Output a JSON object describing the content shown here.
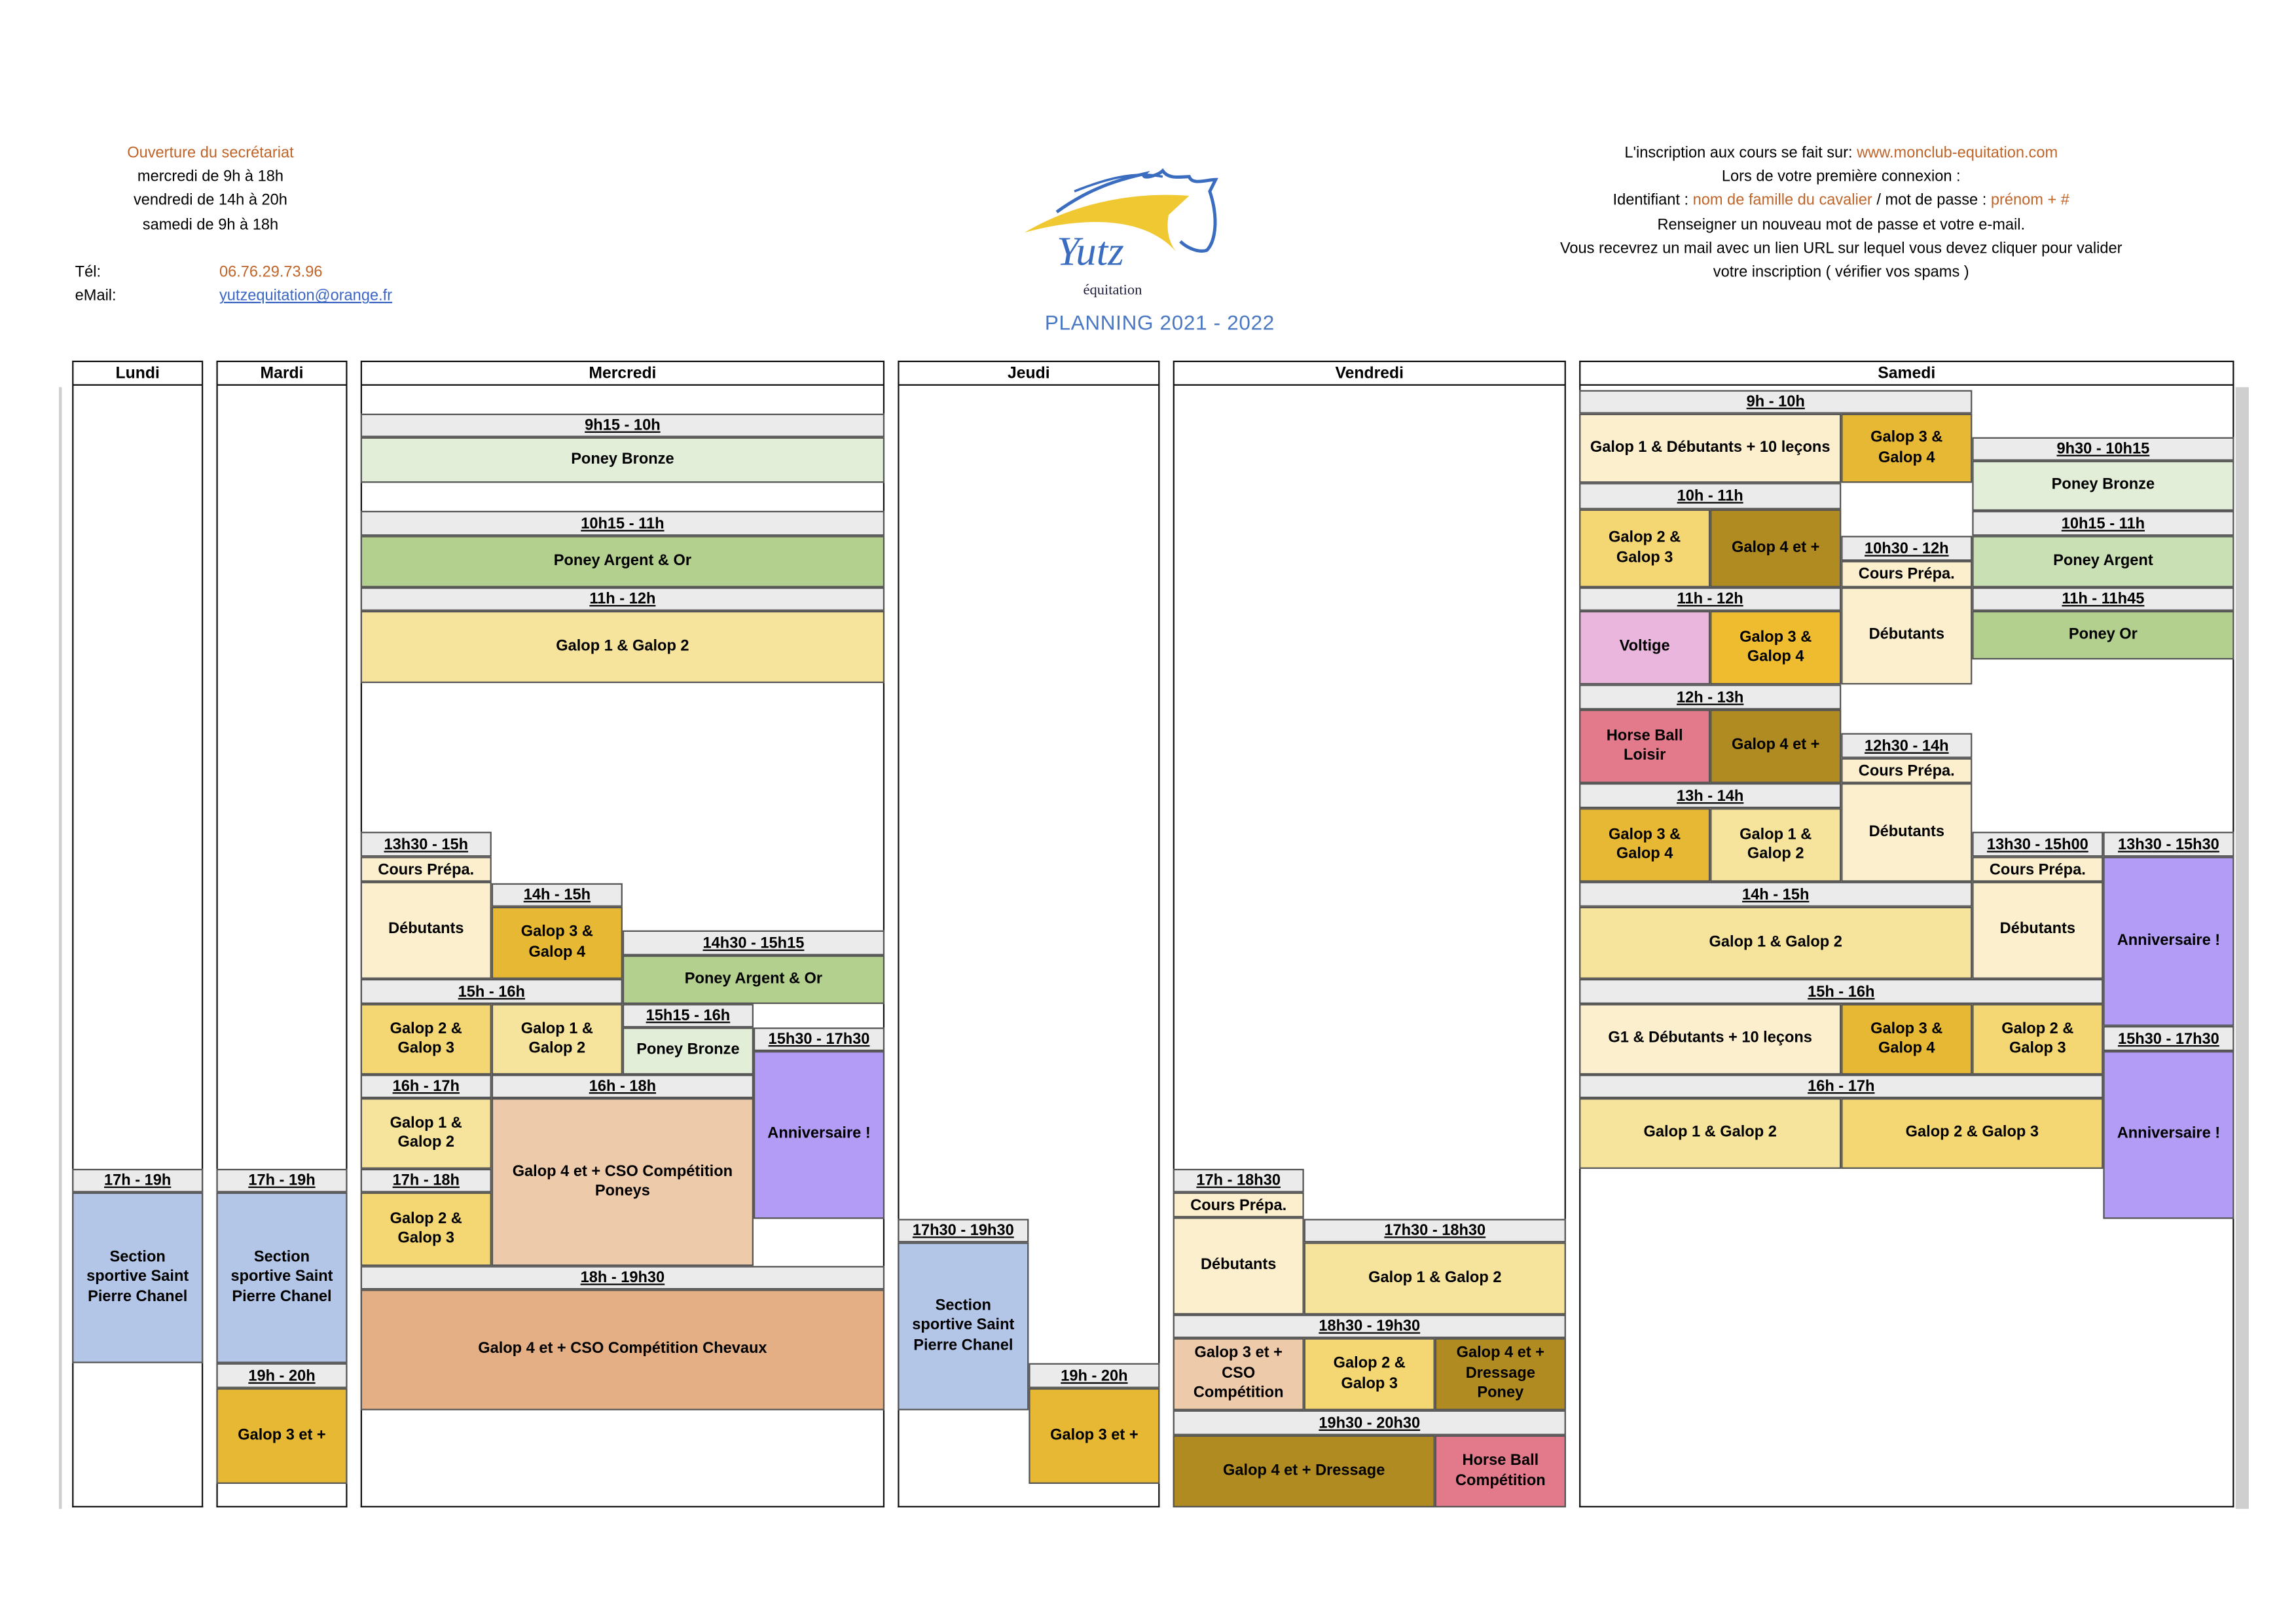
{
  "secretariat": {
    "heading": "Ouverture du secrétariat",
    "hours": [
      "mercredi de 9h à 18h",
      "vendredi de 14h à 20h",
      "samedi de 9h à 18h"
    ],
    "tel_label": "Tél:",
    "tel": "06.76.29.73.96",
    "email_label": "eMail:",
    "email": "yutzequitation@orange.fr"
  },
  "logo": {
    "name": "Yutz",
    "sub": "équitation",
    "icon": "horse-head-logo"
  },
  "title": "PLANNING 2021 - 2022",
  "inscription": {
    "l1_prefix": "L'inscription aux cours se fait sur: ",
    "l1_url": "www.monclub-equitation.com",
    "l2": "Lors de votre première connexion :",
    "l3_a": "Identifiant : ",
    "l3_b": "nom de famille du cavalier",
    "l3_c": " / mot de passe : ",
    "l3_d": "prénom + #",
    "l4": "Renseigner un nouveau mot de passe et votre e-mail.",
    "l5": "Vous recevrez un mail avec un lien URL sur lequel vous devez cliquer pour valider",
    "l6": "votre inscription ( vérifier vos spams )"
  },
  "colors": {
    "accent_orange": "#c0652a",
    "title_blue": "#4a78c2",
    "time_bg": "#ebebeb"
  },
  "schedule": [
    {
      "day": "Lundi",
      "cells": [
        {
          "text": "17h - 19h",
          "kind": "time"
        },
        {
          "text": "Section sportive Saint Pierre Chanel",
          "kind": "class",
          "color": "#b4c6e7"
        }
      ]
    },
    {
      "day": "Mardi",
      "cells": [
        {
          "text": "17h - 19h",
          "kind": "time"
        },
        {
          "text": "Section sportive Saint Pierre Chanel",
          "kind": "class",
          "color": "#b4c6e7"
        },
        {
          "text": "19h - 20h",
          "kind": "time"
        },
        {
          "text": "Galop 3 et +",
          "kind": "class",
          "color": "#e6b833"
        }
      ]
    },
    {
      "day": "Mercredi",
      "cells": [
        {
          "text": "9h15 - 10h",
          "kind": "time"
        },
        {
          "text": "Poney Bronze",
          "kind": "class",
          "color": "#e3eed9"
        },
        {
          "text": "10h15 - 11h",
          "kind": "time"
        },
        {
          "text": "Poney Argent & Or",
          "kind": "class",
          "color": "#b3d08f"
        },
        {
          "text": "11h - 12h",
          "kind": "time"
        },
        {
          "text": "Galop 1 & Galop 2",
          "kind": "class",
          "color": "#f6e39c"
        },
        {
          "text": "13h30 - 15h",
          "kind": "time"
        },
        {
          "text": "Cours Prépa.",
          "kind": "sub",
          "color": "#fbefcd"
        },
        {
          "text": "Débutants",
          "kind": "class",
          "color": "#fbefcd"
        },
        {
          "text": "14h - 15h",
          "kind": "time"
        },
        {
          "text": "Galop 3 & Galop 4",
          "kind": "class",
          "color": "#e6b833"
        },
        {
          "text": "14h30 - 15h15",
          "kind": "time"
        },
        {
          "text": "Poney Argent & Or",
          "kind": "class",
          "color": "#b3d08f"
        },
        {
          "text": "15h - 16h",
          "kind": "time"
        },
        {
          "text": "Galop 2 & Galop 3",
          "kind": "class",
          "color": "#f4d773"
        },
        {
          "text": "Galop 1 & Galop 2",
          "kind": "class",
          "color": "#f6e39c"
        },
        {
          "text": "15h15 - 16h",
          "kind": "time"
        },
        {
          "text": "Poney  Bronze",
          "kind": "class",
          "color": "#e3eed9"
        },
        {
          "text": "15h30 - 17h30",
          "kind": "time"
        },
        {
          "text": "Anniversaire !",
          "kind": "class",
          "color": "#b39cf5"
        },
        {
          "text": "16h - 17h",
          "kind": "time"
        },
        {
          "text": "Galop 1 & Galop 2",
          "kind": "class",
          "color": "#f6e39c"
        },
        {
          "text": "16h - 18h",
          "kind": "time"
        },
        {
          "text": "Galop 4 et + CSO Compétition Poneys",
          "kind": "class",
          "color": "#edcaaa"
        },
        {
          "text": "17h - 18h",
          "kind": "time"
        },
        {
          "text": "Galop 2 & Galop 3",
          "kind": "class",
          "color": "#f4d773"
        },
        {
          "text": "18h - 19h30",
          "kind": "time"
        },
        {
          "text": "Galop 4 et + CSO Compétition Chevaux",
          "kind": "class",
          "color": "#e4af84"
        }
      ]
    },
    {
      "day": "Jeudi",
      "cells": [
        {
          "text": "17h30 - 19h30",
          "kind": "time"
        },
        {
          "text": "Section sportive Saint Pierre Chanel",
          "kind": "class",
          "color": "#b4c6e7"
        },
        {
          "text": "19h - 20h",
          "kind": "time"
        },
        {
          "text": "Galop 3 et +",
          "kind": "class",
          "color": "#e6b833"
        }
      ]
    },
    {
      "day": "Vendredi",
      "cells": [
        {
          "text": "17h - 18h30",
          "kind": "time"
        },
        {
          "text": "Cours Prépa.",
          "kind": "sub",
          "color": "#fbefcd"
        },
        {
          "text": "Débutants",
          "kind": "class",
          "color": "#fbefcd"
        },
        {
          "text": "17h30 - 18h30",
          "kind": "time"
        },
        {
          "text": "Galop 1 & Galop 2",
          "kind": "class",
          "color": "#f6e39c"
        },
        {
          "text": "18h30 - 19h30",
          "kind": "time"
        },
        {
          "text": "Galop 3 et + CSO Compétition",
          "kind": "class",
          "color": "#edcaaa"
        },
        {
          "text": "Galop 2 & Galop 3",
          "kind": "class",
          "color": "#f4d773"
        },
        {
          "text": "Galop 4 et + Dressage Poney",
          "kind": "class",
          "color": "#b08b22"
        },
        {
          "text": "19h30 - 20h30",
          "kind": "time"
        },
        {
          "text": "Galop 4 et + Dressage",
          "kind": "class",
          "color": "#b08b22"
        },
        {
          "text": "Horse Ball Compétition",
          "kind": "class",
          "color": "#e27a8c"
        }
      ]
    },
    {
      "day": "Samedi",
      "cells": [
        {
          "text": "9h - 10h",
          "kind": "time"
        },
        {
          "text": "Galop 1 & Débutants + 10 leçons",
          "kind": "class",
          "color": "#fbefcd"
        },
        {
          "text": "Galop 3 & Galop 4",
          "kind": "class",
          "color": "#e6b833"
        },
        {
          "text": "9h30 - 10h15",
          "kind": "time"
        },
        {
          "text": "Poney Bronze",
          "kind": "class",
          "color": "#e3eed9"
        },
        {
          "text": "10h - 11h",
          "kind": "time"
        },
        {
          "text": "Galop 2 & Galop 3",
          "kind": "class",
          "color": "#f4d773"
        },
        {
          "text": "Galop 4 et +",
          "kind": "class",
          "color": "#b08b22"
        },
        {
          "text": "10h15 - 11h",
          "kind": "time"
        },
        {
          "text": "Poney Argent",
          "kind": "class",
          "color": "#c9dfb4"
        },
        {
          "text": "10h30 - 12h",
          "kind": "time"
        },
        {
          "text": "Cours Prépa.",
          "kind": "sub",
          "color": "#fbefcd"
        },
        {
          "text": "11h - 12h",
          "kind": "time"
        },
        {
          "text": "Voltige",
          "kind": "class",
          "color": "#eab6dd"
        },
        {
          "text": "Galop 3 & Galop 4",
          "kind": "class",
          "color": "#efbc30"
        },
        {
          "text": "Débutants",
          "kind": "class",
          "color": "#fbefcd"
        },
        {
          "text": "11h - 11h45",
          "kind": "time"
        },
        {
          "text": "Poney Or",
          "kind": "class",
          "color": "#b3d08f"
        },
        {
          "text": "12h - 13h",
          "kind": "time"
        },
        {
          "text": "Horse Ball Loisir",
          "kind": "class",
          "color": "#e27a8c"
        },
        {
          "text": "Galop 4 et +",
          "kind": "class",
          "color": "#b08b22"
        },
        {
          "text": "12h30 - 14h",
          "kind": "time"
        },
        {
          "text": "Cours Prépa.",
          "kind": "sub",
          "color": "#fbefcd"
        },
        {
          "text": "13h - 14h",
          "kind": "time"
        },
        {
          "text": "Galop 3 & Galop 4",
          "kind": "class",
          "color": "#e6b833"
        },
        {
          "text": "Galop 1 & Galop 2",
          "kind": "class",
          "color": "#f6e39c"
        },
        {
          "text": "Débutants",
          "kind": "class",
          "color": "#fbefcd"
        },
        {
          "text": "13h30 - 15h00",
          "kind": "time"
        },
        {
          "text": "Cours Prépa.",
          "kind": "sub",
          "color": "#fbefcd"
        },
        {
          "text": "13h30 - 15h30",
          "kind": "time"
        },
        {
          "text": "Anniversaire !",
          "kind": "class",
          "color": "#b39cf5"
        },
        {
          "text": "14h - 15h",
          "kind": "time"
        },
        {
          "text": "Galop 1 & Galop 2",
          "kind": "class",
          "color": "#f6e39c"
        },
        {
          "text": "Débutants",
          "kind": "class",
          "color": "#fbefcd"
        },
        {
          "text": "15h - 16h",
          "kind": "time"
        },
        {
          "text": "G1 & Débutants + 10 leçons",
          "kind": "class",
          "color": "#fbefcd"
        },
        {
          "text": "Galop 3 & Galop 4",
          "kind": "class",
          "color": "#e6b833"
        },
        {
          "text": "Galop 2 & Galop 3",
          "kind": "class",
          "color": "#f4d773"
        },
        {
          "text": "15h30 - 17h30",
          "kind": "time"
        },
        {
          "text": "Anniversaire !",
          "kind": "class",
          "color": "#b39cf5"
        },
        {
          "text": "16h - 17h",
          "kind": "time"
        },
        {
          "text": "Galop 1 & Galop 2",
          "kind": "class",
          "color": "#f6e39c"
        },
        {
          "text": "Galop 2 & Galop 3",
          "kind": "class",
          "color": "#f4d773"
        }
      ]
    }
  ]
}
